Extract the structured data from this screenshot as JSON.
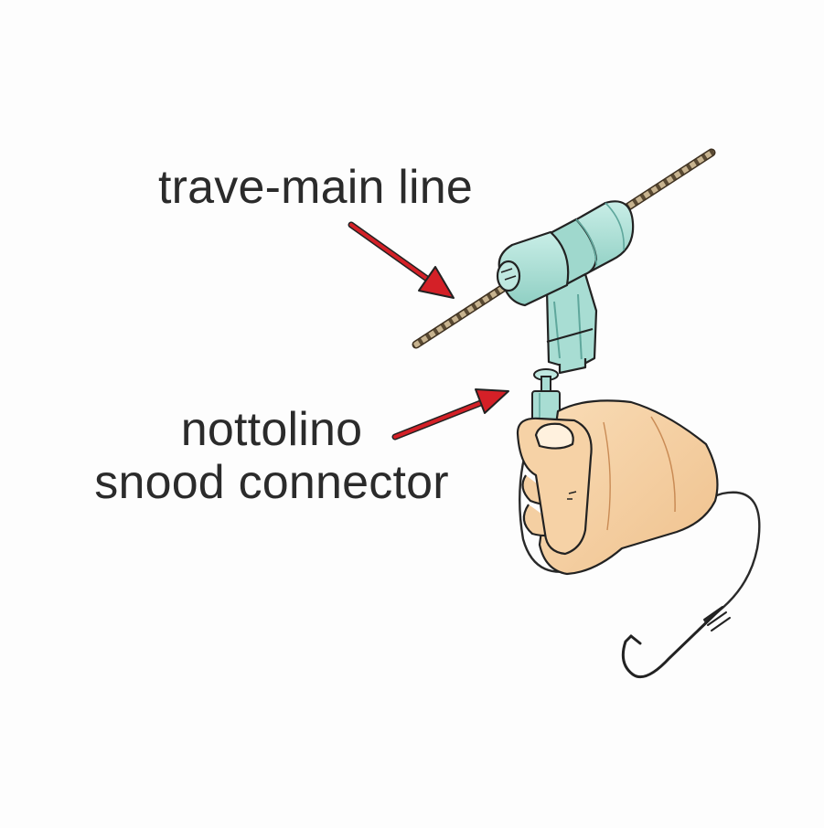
{
  "labels": {
    "main_line": "trave-main line",
    "connector_line1": "nottolino",
    "connector_line2": "snood connector"
  },
  "colors": {
    "background": "#fdfdfd",
    "text": "#2b2b2b",
    "arrow": "#d42027",
    "plastic": "#a8ddd3",
    "plastic_dark": "#5fa79c",
    "rope_light": "#c7b38f",
    "rope_dark": "#5a4a33",
    "skin": "#f6d2a6",
    "skin_shade": "#e9b47f",
    "outline": "#222222"
  },
  "icons": {
    "arrow_main": "red-arrow-icon",
    "arrow_connector": "red-arrow-icon",
    "hook": "fish-hook-icon"
  }
}
